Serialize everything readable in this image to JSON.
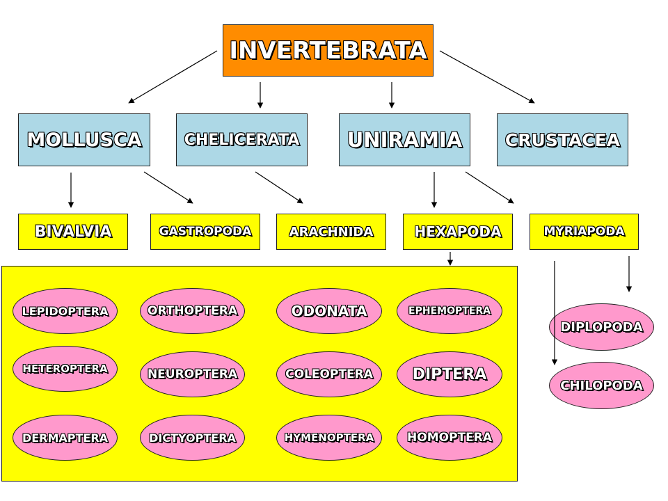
{
  "root": "INVERTEBRATA",
  "phyla": {
    "mollusca": "MOLLUSCA",
    "chelicerata": "CHELICERATA",
    "uniramia": "UNIRAMIA",
    "crustacea": "CRUSTACEA"
  },
  "classes": {
    "bivalvia": "BIVALVIA",
    "gastropoda": "GASTROPODA",
    "arachnida": "ARACHNIDA",
    "hexapoda": "HEXAPODA",
    "myriapoda": "MYRIAPODA"
  },
  "insect_orders": {
    "lepidoptera": "LEPIDOPTERA",
    "orthoptera": "ORTHOPTERA",
    "odonata": "ODONATA",
    "ephemoptera": "EPHEMOPTERA",
    "heteroptera": "HETEROPTERA",
    "neuroptera": "NEUROPTERA",
    "coleoptera": "COLEOPTERA",
    "diptera": "DIPTERA",
    "dermaptera": "DERMAPTERA",
    "dictyoptera": "DICTYOPTERA",
    "hymenoptera": "HYMENOPTERA",
    "homoptera": "HOMOPTERA"
  },
  "myriapod_classes": {
    "diplopoda": "DIPLOPODA",
    "chilopoda": "CHILOPODA"
  },
  "colors": {
    "root": "#ff8c00",
    "phylum": "#add8e6",
    "class": "#ffff00",
    "order": "#ff99cc"
  }
}
